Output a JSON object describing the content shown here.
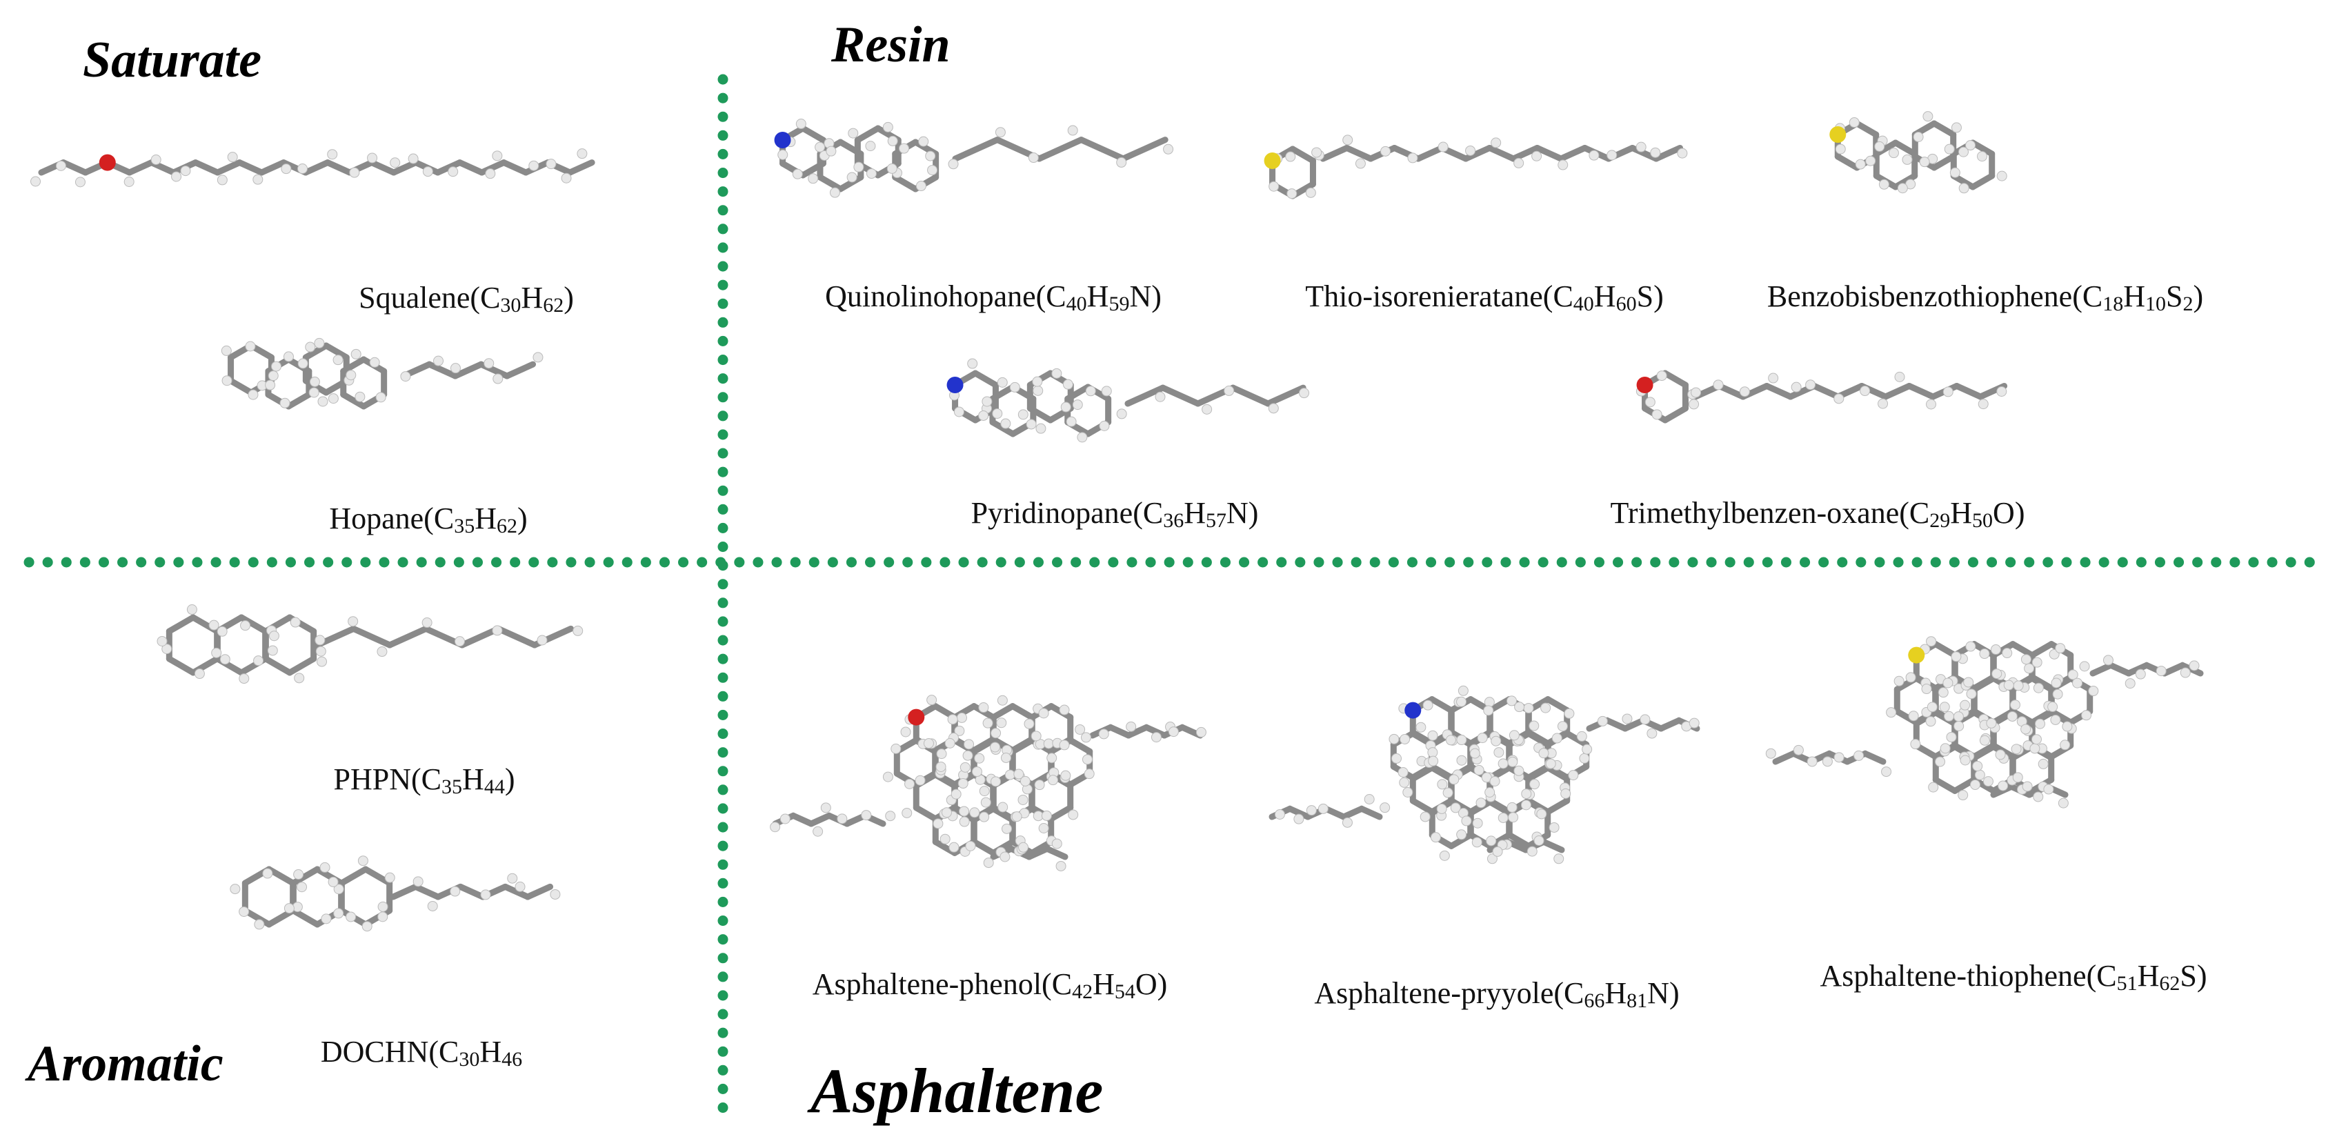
{
  "quadrants": {
    "saturate": {
      "title": "Saturate"
    },
    "resin": {
      "title": "Resin"
    },
    "aromatic": {
      "title": "Aromatic"
    },
    "asphaltene": {
      "title": "Asphaltene"
    }
  },
  "colors": {
    "divider": "#1e9a5a",
    "carbon": "#8a8a8a",
    "hydrogen": "#e8e8e8",
    "nitrogen": "#2233cc",
    "sulfur": "#e6d020",
    "oxygen": "#d42020"
  },
  "molecules": {
    "squalene": {
      "name": "Squalene",
      "formula": [
        [
          "C",
          "30"
        ],
        [
          "H",
          "62"
        ]
      ],
      "suffix": ")"
    },
    "hopane": {
      "name": "Hopane",
      "formula": [
        [
          "C",
          "35"
        ],
        [
          "H",
          "62"
        ]
      ],
      "suffix": ")"
    },
    "phpn": {
      "name": "PHPN",
      "formula": [
        [
          "C",
          "35"
        ],
        [
          "H",
          "44"
        ]
      ],
      "suffix": ")"
    },
    "dochn": {
      "name": "DOCHN",
      "formula": [
        [
          "C",
          "30"
        ],
        [
          "H",
          "46"
        ]
      ],
      "suffix": ""
    },
    "quinolinohopane": {
      "name": "Quinolinohopane",
      "formula": [
        [
          "C",
          "40"
        ],
        [
          "H",
          "59"
        ],
        [
          "N",
          ""
        ]
      ],
      "suffix": ")"
    },
    "thio_isorenieratane": {
      "name": "Thio-isorenieratane",
      "formula": [
        [
          "C",
          "40"
        ],
        [
          "H",
          "60"
        ],
        [
          "S",
          ""
        ]
      ],
      "suffix": ")"
    },
    "benzobisbenzothiophene": {
      "name": "Benzobisbenzothiophene",
      "formula": [
        [
          "C",
          "18"
        ],
        [
          "H",
          "10"
        ],
        [
          "S",
          "2"
        ]
      ],
      "suffix": ")"
    },
    "pyridinopane": {
      "name": "Pyridinopane",
      "formula": [
        [
          "C",
          "36"
        ],
        [
          "H",
          "57"
        ],
        [
          "N",
          ""
        ]
      ],
      "suffix": ")"
    },
    "trimethylbenzen_oxane": {
      "name": "Trimethylbenzen-oxane",
      "formula": [
        [
          "C",
          "29"
        ],
        [
          "H",
          "50"
        ],
        [
          "O",
          ""
        ]
      ],
      "suffix": ")"
    },
    "asphaltene_phenol": {
      "name": "Asphaltene-phenol",
      "formula": [
        [
          "C",
          "42"
        ],
        [
          "H",
          "54"
        ],
        [
          "O",
          ""
        ]
      ],
      "suffix": ")"
    },
    "asphaltene_pryyole": {
      "name": "Asphaltene-pryyole",
      "formula": [
        [
          "C",
          "66"
        ],
        [
          "H",
          "81"
        ],
        [
          "N",
          ""
        ]
      ],
      "suffix": ")"
    },
    "asphaltene_thiophene": {
      "name": "Asphaltene-thiophene",
      "formula": [
        [
          "C",
          "51"
        ],
        [
          "H",
          "62"
        ],
        [
          "S",
          ""
        ]
      ],
      "suffix": ")"
    }
  }
}
